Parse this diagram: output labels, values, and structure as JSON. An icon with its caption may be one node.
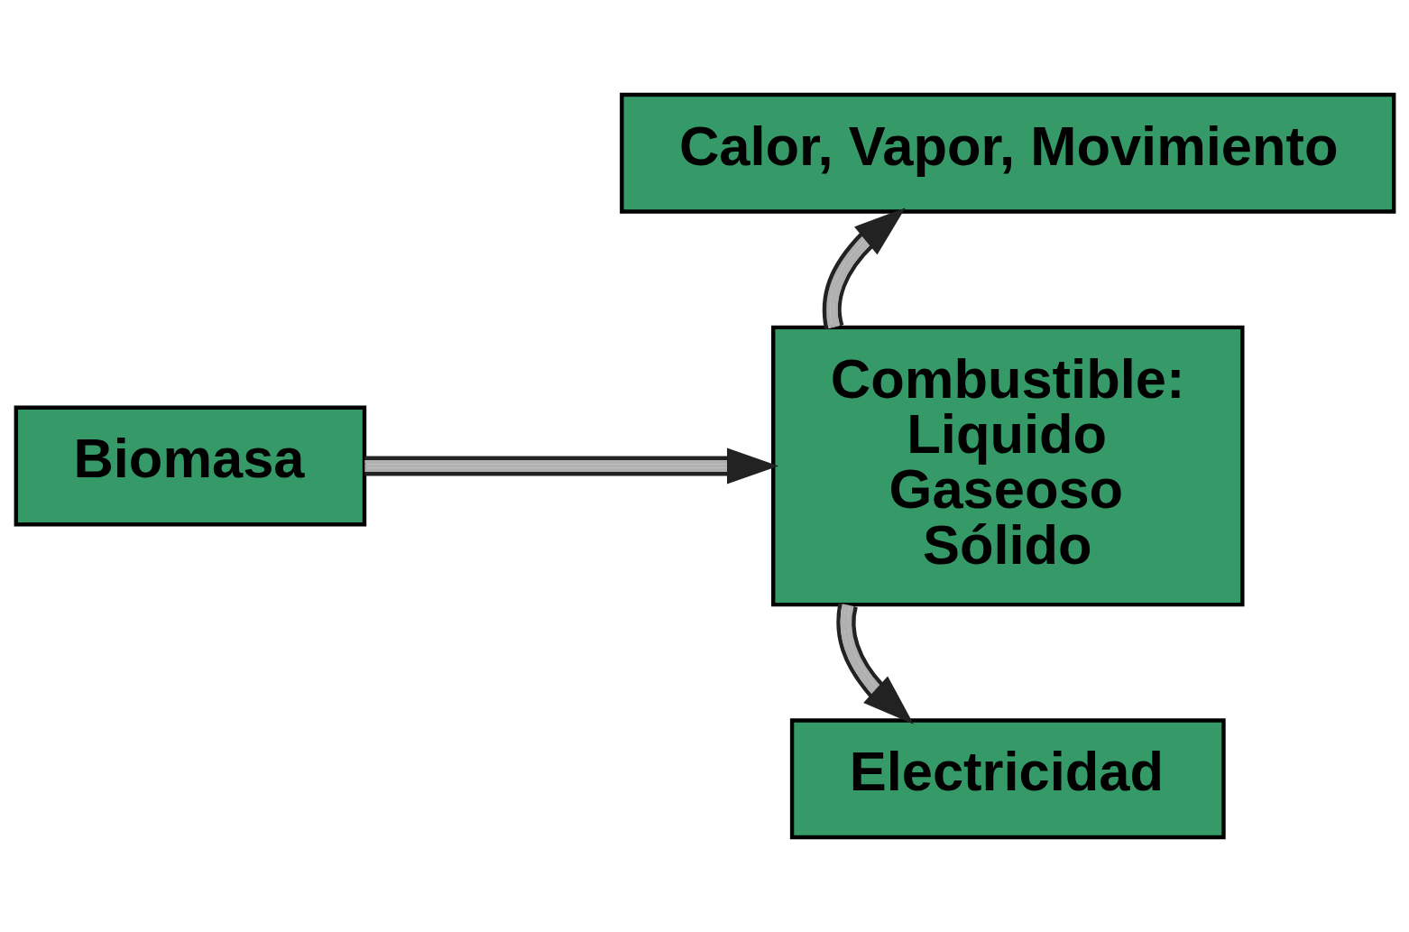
{
  "diagram": {
    "nodes": [
      {
        "text": [
          "Biomasa"
        ]
      },
      {
        "text": [
          "Calor, Vapor, Movimiento"
        ]
      },
      {
        "text": [
          "Combustible:",
          "Liquido",
          "Gaseoso",
          "Sólido"
        ]
      },
      {
        "text": [
          "Electricidad"
        ]
      }
    ],
    "edges": [
      {
        "from": 0,
        "to": 2,
        "arrow": "to"
      },
      {
        "from": 2,
        "to": 1,
        "arrow": "to"
      },
      {
        "from": 2,
        "to": 3,
        "arrow": "to"
      }
    ]
  }
}
